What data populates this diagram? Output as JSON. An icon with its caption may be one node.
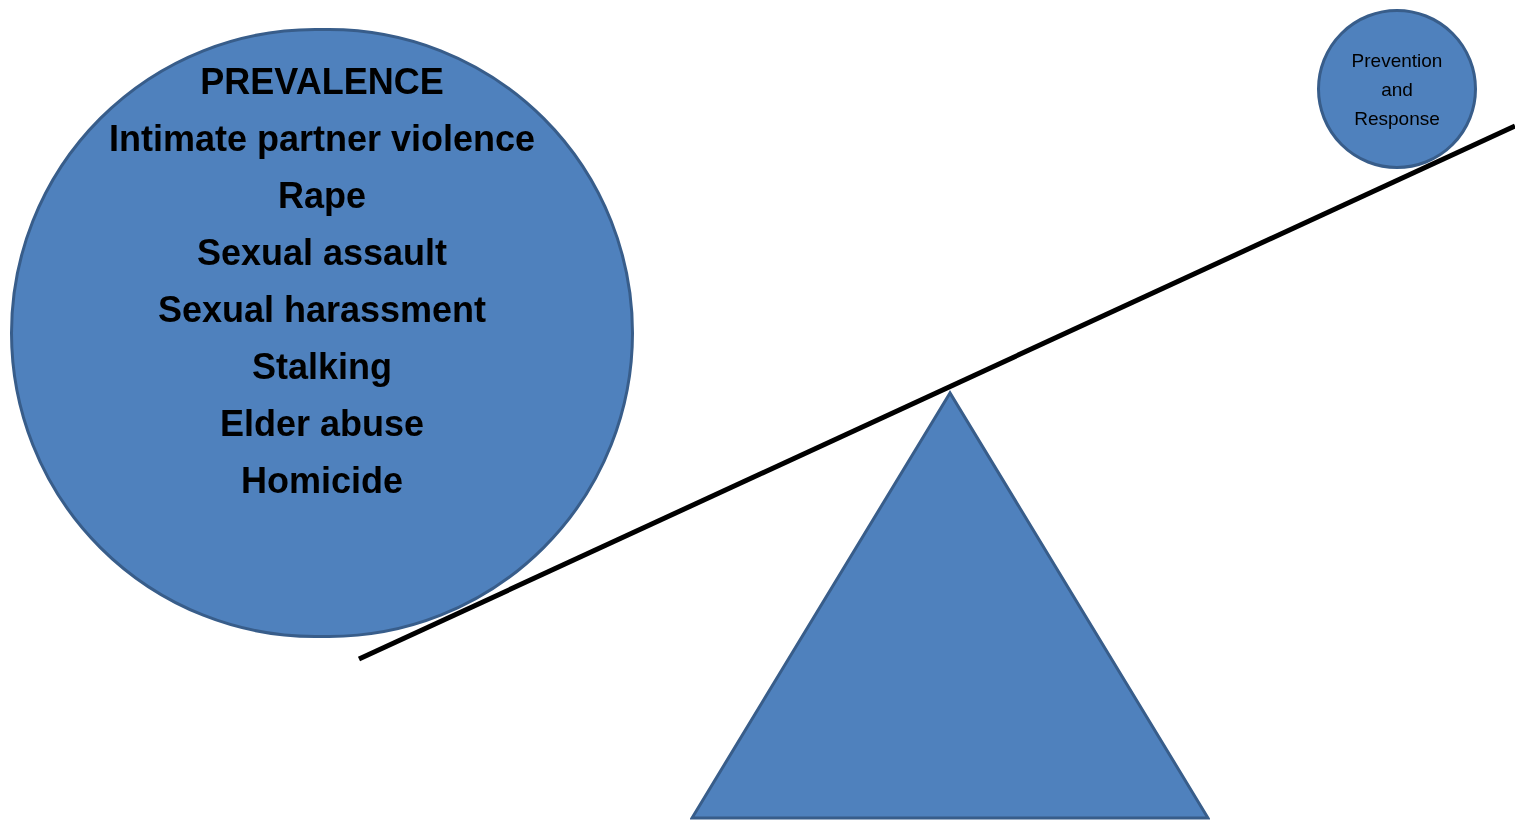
{
  "diagram": {
    "nodes": [
      {
        "text": [
          "PREVALENCE",
          "Intimate partner violence",
          "Rape",
          "Sexual assault",
          "Sexual harassment",
          "Stalking",
          "Elder abuse",
          "Homicide"
        ]
      },
      {
        "text": [
          "Prevention and Response"
        ]
      },
      {
        "text": [],
        "shape": "triangle"
      }
    ]
  }
}
